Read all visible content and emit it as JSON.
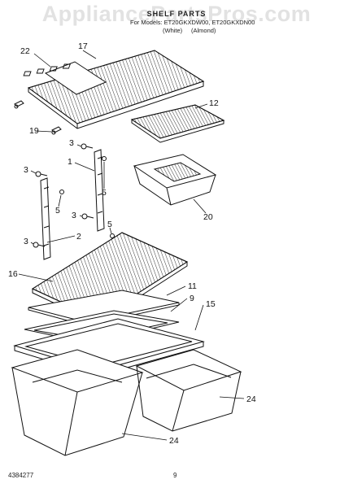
{
  "header": {
    "watermark": "AppliancePartsPros.com",
    "title": "SHELF PARTS",
    "models": "For Models: ET20GKXDW00, ET20GKXDN00",
    "color_white": "(White)",
    "color_almond": "(Almond)"
  },
  "callouts": {
    "c1": "1",
    "c2": "2",
    "c3a": "3",
    "c3b": "3",
    "c3c": "3",
    "c3d": "3",
    "c5a": "5",
    "c5b": "5",
    "c5c": "5",
    "c9": "9",
    "c11": "11",
    "c12": "12",
    "c15": "15",
    "c16": "16",
    "c17": "17",
    "c19": "19",
    "c20": "20",
    "c22": "22",
    "c24a": "24",
    "c24b": "24"
  },
  "footer": {
    "part_number": "4384277",
    "page_number": "9"
  }
}
